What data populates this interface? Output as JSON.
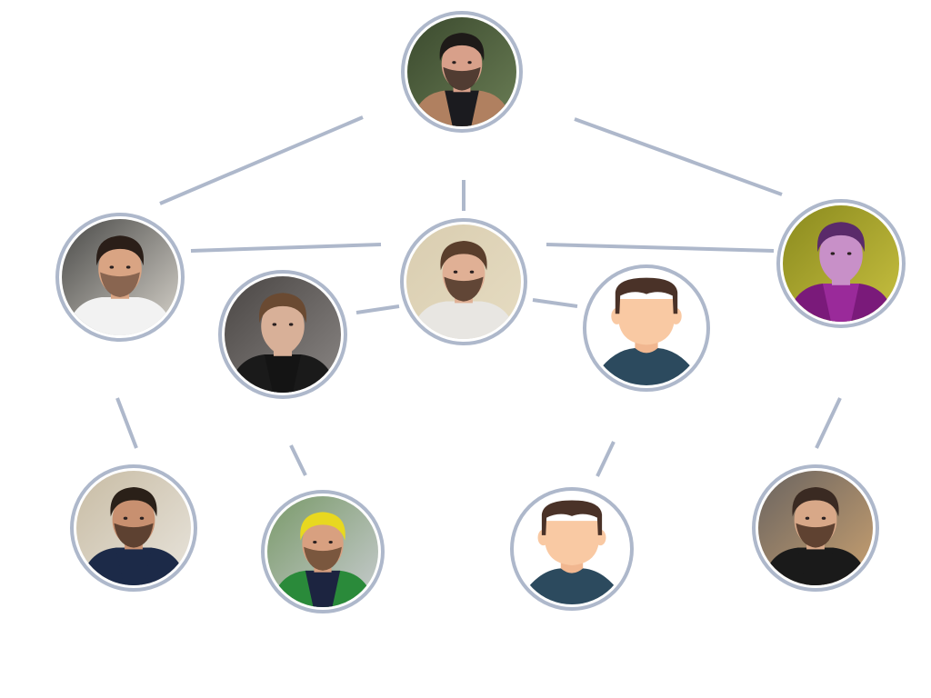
{
  "diagram": {
    "type": "team-network",
    "colors": {
      "connector": "#aeb8cb",
      "ring": "#aeb8cb",
      "ring_gap": "#ffffff",
      "placeholder_hair": "#4a3228",
      "placeholder_skin": "#f9c9a3",
      "placeholder_neck": "#f1b790",
      "placeholder_shirt": "#2c4a5e"
    },
    "nodes": [
      {
        "id": "top",
        "kind": "photo",
        "palette": {
          "bg": "#3b4a2e",
          "bg2": "#6a7d55",
          "hair": "#1e1a18",
          "skin": "#d8a08a",
          "beard": "#3a2a22",
          "shirt": "#1b1b1f",
          "coat": "#b08060"
        }
      },
      {
        "id": "left",
        "kind": "photo",
        "palette": {
          "bg": "#4a4a48",
          "bg2": "#d8d4cc",
          "hair": "#2a1e18",
          "skin": "#d9a483",
          "beard": "#7a5a48",
          "shirt": "#f2f2f2",
          "coat": "#f2f2f2"
        }
      },
      {
        "id": "center",
        "kind": "photo",
        "palette": {
          "bg": "#d9cdb0",
          "bg2": "#e6dcc2",
          "hair": "#5a3e2c",
          "skin": "#e0b095",
          "beard": "#4a3426",
          "shirt": "#e8e6e2",
          "coat": "#e8e6e2"
        }
      },
      {
        "id": "right",
        "kind": "photo",
        "palette": {
          "bg": "#8a8a1e",
          "bg2": "#c8c040",
          "hair": "#5a2a6a",
          "skin": "#c890c8",
          "beard": "#c890c8",
          "shirt": "#9a2a9a",
          "coat": "#7a1a7a"
        }
      },
      {
        "id": "mid-left",
        "kind": "photo",
        "palette": {
          "bg": "#4a4644",
          "bg2": "#8a8684",
          "hair": "#6a4a32",
          "skin": "#d8b098",
          "beard": "#d8b098",
          "shirt": "#141414",
          "coat": "#1a1a1a"
        }
      },
      {
        "id": "mid-right",
        "kind": "placeholder"
      },
      {
        "id": "bottom-1",
        "kind": "photo",
        "palette": {
          "bg": "#c8bca4",
          "bg2": "#e8e4dc",
          "hair": "#2a2018",
          "skin": "#c89070",
          "beard": "#4a3426",
          "shirt": "#1c2a48",
          "coat": "#1c2a48"
        }
      },
      {
        "id": "bottom-2",
        "kind": "photo",
        "palette": {
          "bg": "#7a9a6a",
          "bg2": "#c8ccd0",
          "hair": "#e8d820",
          "skin": "#d8a080",
          "beard": "#6a4a32",
          "shirt": "#1c2440",
          "coat": "#2a8a3a"
        }
      },
      {
        "id": "bottom-3",
        "kind": "placeholder"
      },
      {
        "id": "bottom-4",
        "kind": "photo",
        "palette": {
          "bg": "#6a6460",
          "bg2": "#c8a070",
          "hair": "#3a2a22",
          "skin": "#d8a888",
          "beard": "#4a3022",
          "shirt": "#1a1a1a",
          "coat": "#1a1a1a"
        }
      }
    ],
    "edges": [
      {
        "from": "top",
        "to": "left"
      },
      {
        "from": "top",
        "to": "center"
      },
      {
        "from": "top",
        "to": "right"
      },
      {
        "from": "center",
        "to": "left"
      },
      {
        "from": "center",
        "to": "right"
      },
      {
        "from": "center",
        "to": "mid-left"
      },
      {
        "from": "center",
        "to": "mid-right"
      },
      {
        "from": "left",
        "to": "bottom-1"
      },
      {
        "from": "mid-left",
        "to": "bottom-2"
      },
      {
        "from": "mid-right",
        "to": "bottom-3"
      },
      {
        "from": "right",
        "to": "bottom-4"
      }
    ]
  }
}
